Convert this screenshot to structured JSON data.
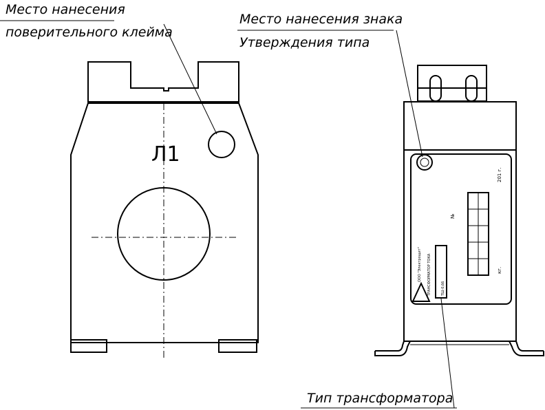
{
  "labels": {
    "verification_place_line1": "Место нанесения",
    "verification_place_line2": "поверительного клейма",
    "type_sign_line1": "Место нанесения знака",
    "type_sign_line2": "Утверждения типа",
    "transformer_type": "Тип трансформатора",
    "terminal_mark": "Л1"
  },
  "plate": {
    "company": "ООО \"Электрощит\"",
    "product": "ТРАНСФОРМАТОР ТОКА",
    "type_field": "ТШ-0,66",
    "mark_no": "№",
    "year": "201   г.",
    "weight": "кг."
  }
}
